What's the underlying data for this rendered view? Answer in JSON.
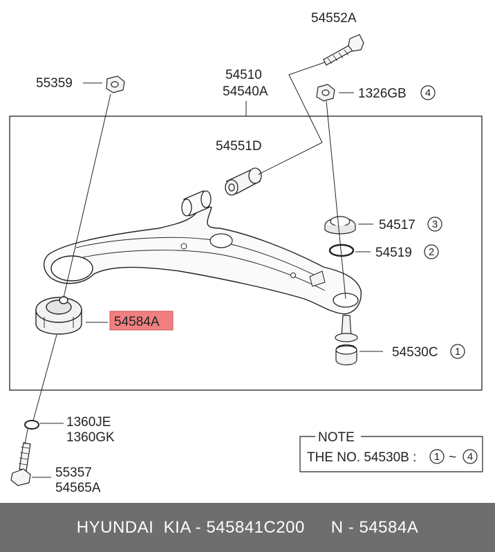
{
  "parts": {
    "bolt_top": "54552A",
    "nut_left": "55359",
    "arm_1": "54510",
    "arm_2": "54540A",
    "nut_right": "1326GB",
    "nut_right_ref": "4",
    "bush_upper": "54551D",
    "bush_main": "54584A",
    "dust_seal": "54517",
    "dust_seal_ref": "3",
    "ring": "54519",
    "ring_ref": "2",
    "ball_joint": "54530C",
    "ball_joint_ref": "1",
    "washer_1": "1360JE",
    "washer_2": "1360GK",
    "bolt_bottom_1": "55357",
    "bolt_bottom_2": "54565A"
  },
  "note": {
    "title": "NOTE",
    "line_prefix": "THE NO. 54530B :",
    "range_from": "1",
    "range_sep": "~",
    "range_to": "4"
  },
  "footer": {
    "brand": "HYUNDAI  KIA - 545841C200",
    "part": "N - 54584A"
  },
  "colors": {
    "highlight": "#f08080",
    "footer_bg": "#6e6e6e",
    "line": "#222222"
  }
}
